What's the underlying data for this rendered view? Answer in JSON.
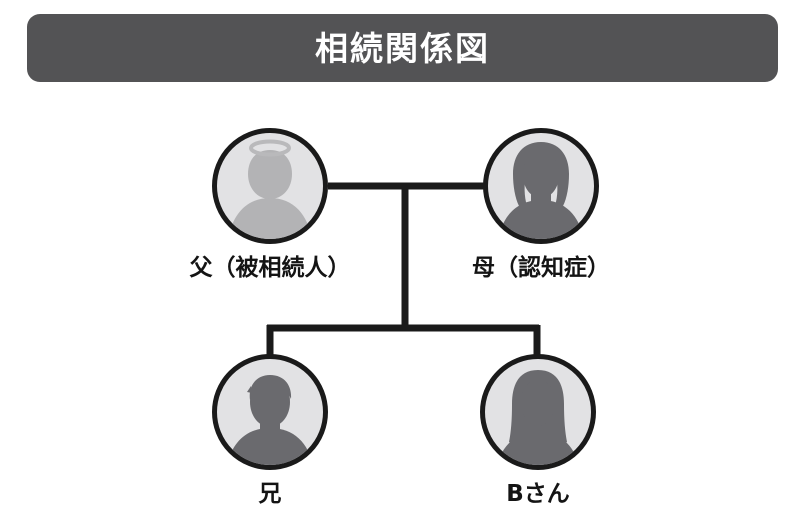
{
  "header": {
    "title": "相続関係図"
  },
  "colors": {
    "title_bar_bg": "#535355",
    "title_text": "#ffffff",
    "page_bg": "#ffffff",
    "circle_outline": "#1a1a1a",
    "circle_fill": "#e2e2e4",
    "silhouette_light": "#b3b3b5",
    "silhouette_dark": "#6a6a6e",
    "line_color": "#1a1a1a",
    "label_text": "#141414"
  },
  "diagram": {
    "type": "family-tree",
    "people": [
      {
        "id": "father",
        "label": "父（被相続人）",
        "role": "father",
        "silhouette": "male-halo",
        "deceased": true,
        "shade": "light",
        "generation": 1
      },
      {
        "id": "mother",
        "label": "母（認知症）",
        "role": "mother",
        "silhouette": "female-bob",
        "deceased": false,
        "shade": "dark",
        "generation": 1
      },
      {
        "id": "brother",
        "label": "兄",
        "role": "son",
        "silhouette": "male-short-hair",
        "deceased": false,
        "shade": "dark",
        "generation": 2
      },
      {
        "id": "bsan",
        "label": "Bさん",
        "role": "daughter",
        "silhouette": "female-long-hair",
        "deceased": false,
        "shade": "dark",
        "generation": 2
      }
    ],
    "relations": [
      {
        "type": "marriage",
        "from": "father",
        "to": "mother"
      },
      {
        "type": "parent-child",
        "from": "couple",
        "to": "brother"
      },
      {
        "type": "parent-child",
        "from": "couple",
        "to": "bsan"
      }
    ]
  }
}
